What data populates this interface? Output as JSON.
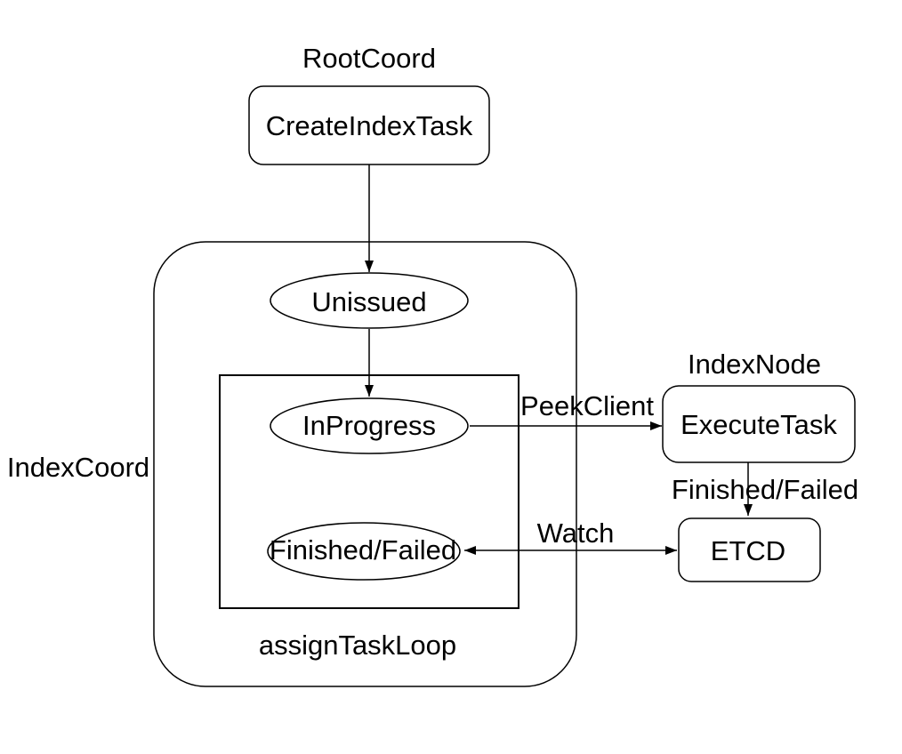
{
  "diagram": {
    "type": "flowchart",
    "colors": {
      "background": "#ffffff",
      "stroke": "#000000",
      "text": "#000000"
    },
    "containers": {
      "root_coord": {
        "label": "RootCoord"
      },
      "index_coord": {
        "label": "IndexCoord"
      },
      "index_node": {
        "label": "IndexNode"
      },
      "assign_task_loop": {
        "label": "assignTaskLoop"
      }
    },
    "nodes": {
      "create_index_task": {
        "label": "CreateIndexTask",
        "shape": "rounded-rectangle",
        "group": "RootCoord"
      },
      "unissued": {
        "label": "Unissued",
        "shape": "ellipse",
        "group": "IndexCoord"
      },
      "in_progress": {
        "label": "InProgress",
        "shape": "ellipse",
        "group": "assignTaskLoop"
      },
      "finished_failed_state": {
        "label": "Finished/Failed",
        "shape": "ellipse",
        "group": "assignTaskLoop"
      },
      "execute_task": {
        "label": "ExecuteTask",
        "shape": "rounded-rectangle",
        "group": "IndexNode"
      },
      "etcd": {
        "label": "ETCD",
        "shape": "rounded-rectangle"
      }
    },
    "edges": {
      "create_to_unissued": {
        "from": "CreateIndexTask",
        "to": "Unissued",
        "label": ""
      },
      "unissued_to_in_progress": {
        "from": "Unissued",
        "to": "InProgress",
        "label": ""
      },
      "in_progress_to_execute_task": {
        "from": "InProgress",
        "to": "ExecuteTask",
        "label": "PeekClient"
      },
      "execute_task_to_etcd": {
        "from": "ExecuteTask",
        "to": "ETCD",
        "label": "Finished/Failed"
      },
      "etcd_to_finished_failed": {
        "from": "ETCD",
        "to": "Finished/Failed",
        "label": "Watch",
        "bidirectional": true
      }
    }
  }
}
